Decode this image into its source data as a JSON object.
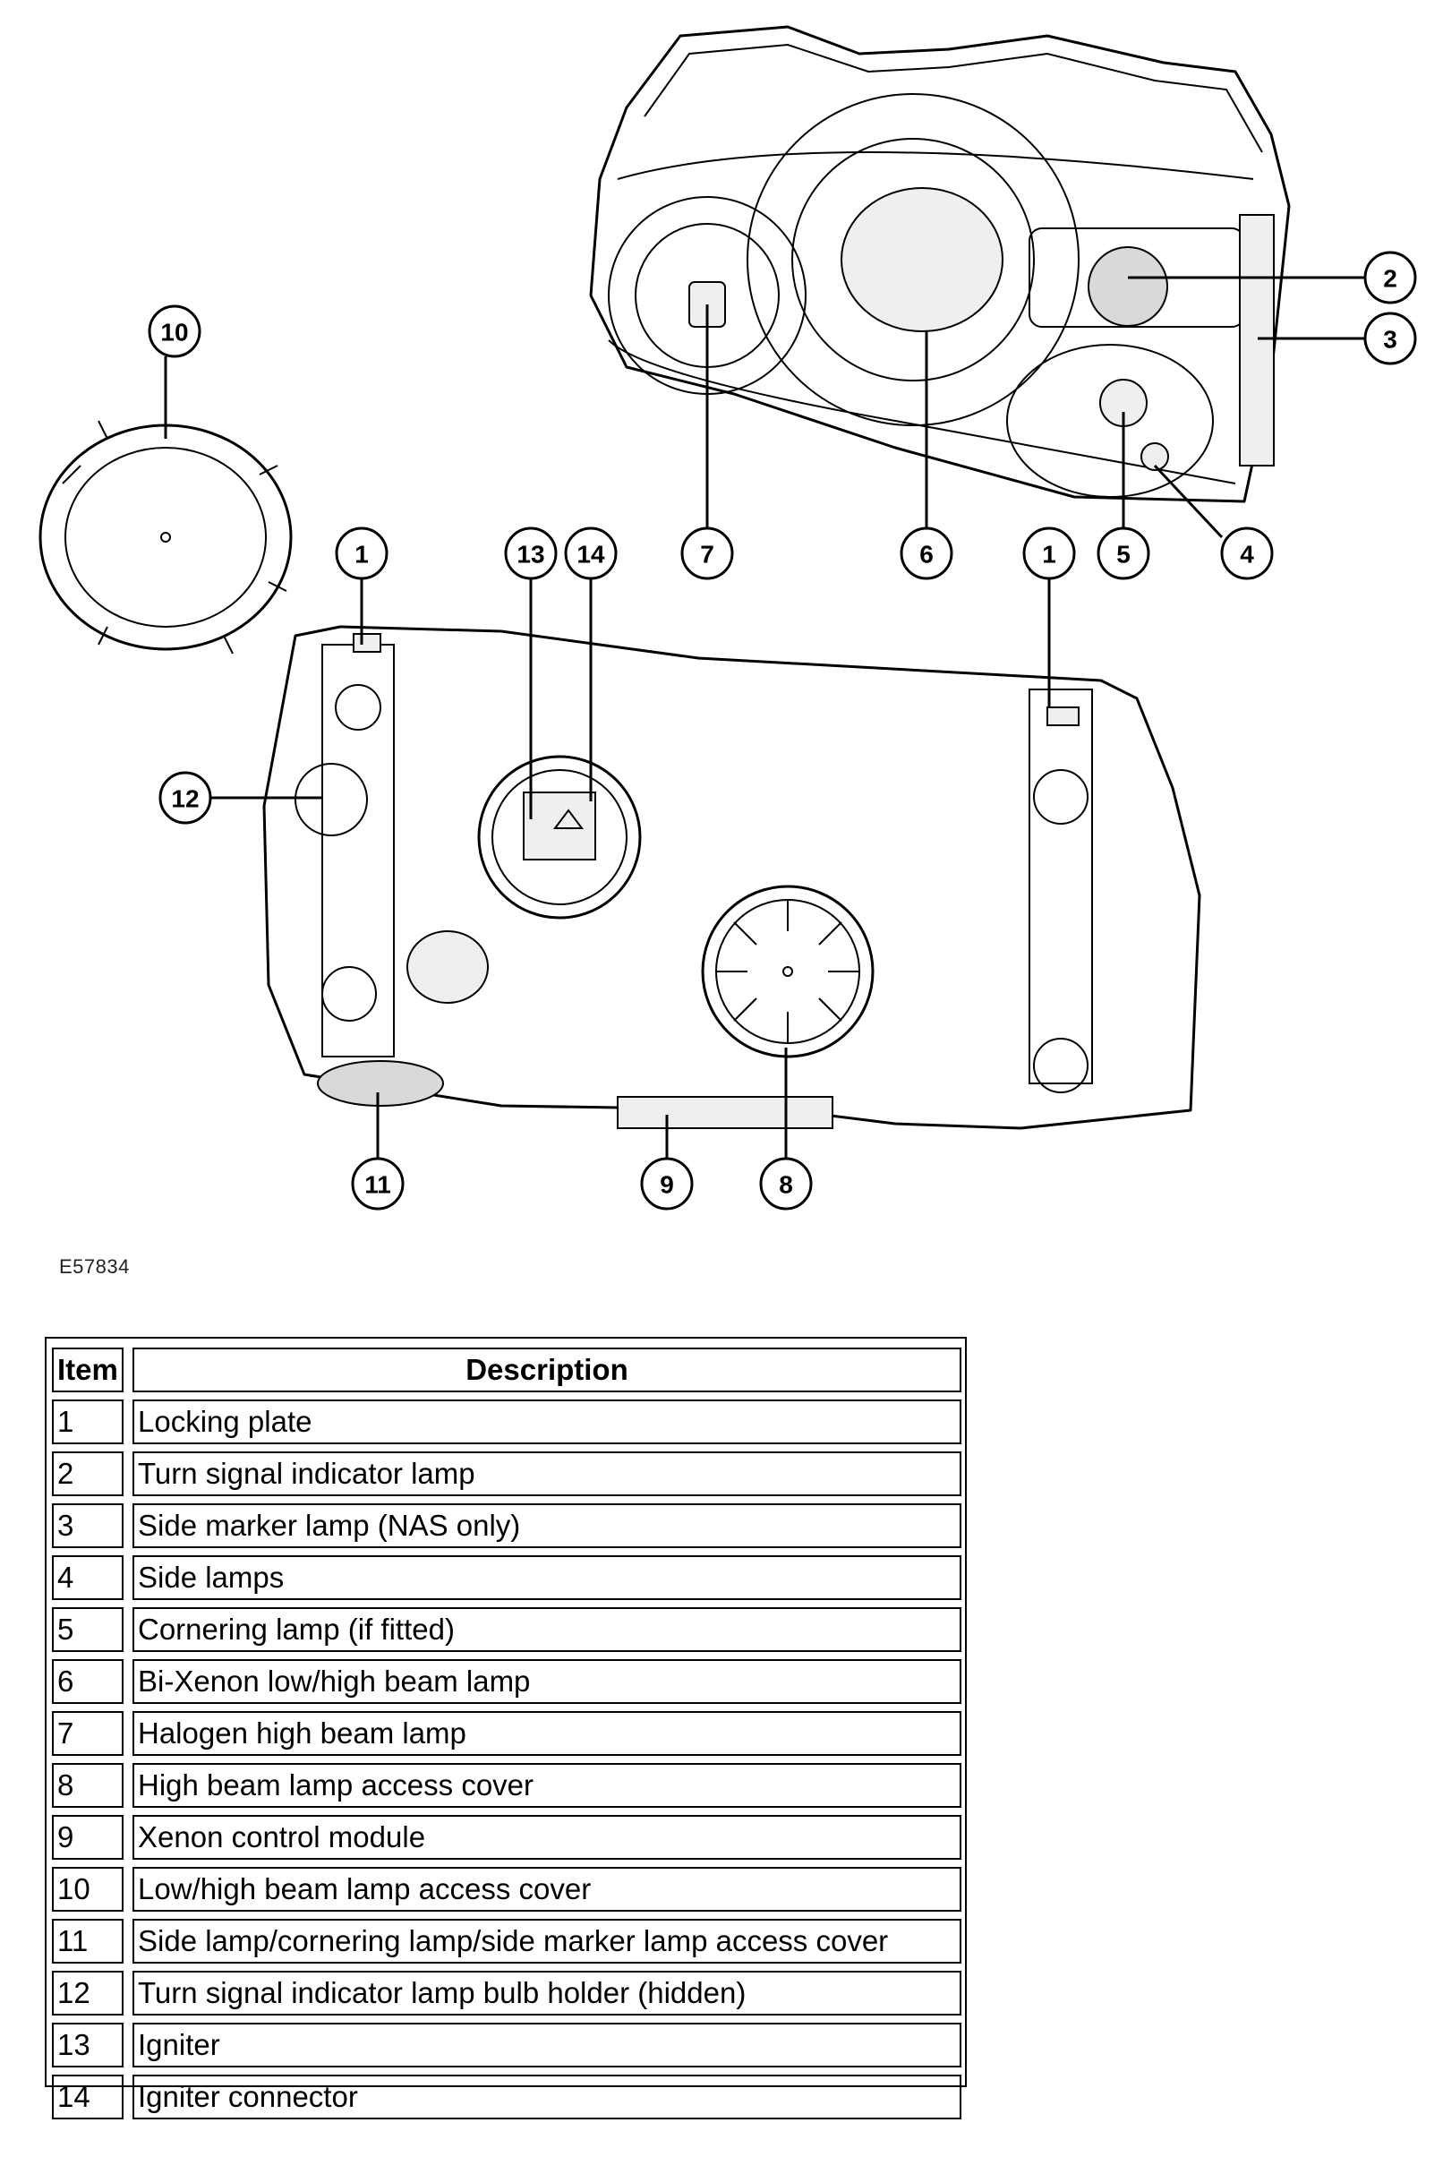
{
  "figure": {
    "id": "E57834",
    "callouts": [
      "1",
      "2",
      "3",
      "4",
      "5",
      "6",
      "7",
      "8",
      "9",
      "10",
      "11",
      "12",
      "13",
      "14"
    ],
    "callout_1b": "1"
  },
  "legend": {
    "headers": {
      "item": "Item",
      "description": "Description"
    },
    "rows": [
      {
        "item": "1",
        "description": "Locking plate"
      },
      {
        "item": "2",
        "description": "Turn signal indicator lamp"
      },
      {
        "item": "3",
        "description": "Side marker lamp (NAS only)"
      },
      {
        "item": "4",
        "description": "Side lamps"
      },
      {
        "item": "5",
        "description": "Cornering lamp (if fitted)"
      },
      {
        "item": "6",
        "description": "Bi-Xenon low/high beam lamp"
      },
      {
        "item": "7",
        "description": "Halogen high beam lamp"
      },
      {
        "item": "8",
        "description": "High beam lamp access cover"
      },
      {
        "item": "9",
        "description": "Xenon control module"
      },
      {
        "item": "10",
        "description": "Low/high beam lamp access cover"
      },
      {
        "item": "11",
        "description": "Side lamp/cornering lamp/side marker lamp access cover"
      },
      {
        "item": "12",
        "description": "Turn signal indicator lamp bulb holder (hidden)"
      },
      {
        "item": "13",
        "description": "Igniter"
      },
      {
        "item": "14",
        "description": "Igniter connector"
      }
    ]
  }
}
